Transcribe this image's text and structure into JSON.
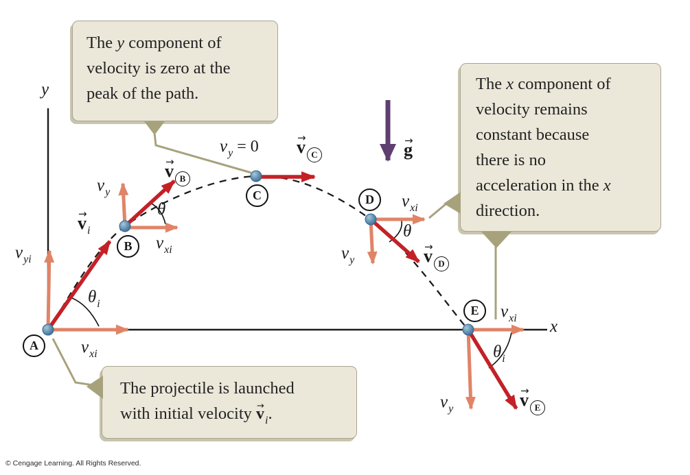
{
  "figure": {
    "axes": {
      "x_label": "x",
      "y_label": "y"
    },
    "gravity": {
      "base": "g",
      "arrow": "→"
    },
    "copyright": "© Cengage Learning. All Rights Reserved."
  },
  "callouts": {
    "peak": {
      "line1_pre": "The ",
      "line1_var": "y",
      "line1_post": " component of",
      "line2": "velocity is zero at the",
      "line3": "peak of the path."
    },
    "x_constant": {
      "line1_pre": "The ",
      "line1_var": "x",
      "line1_post": " component of",
      "line2": "velocity remains",
      "line3": "constant because",
      "line4": "there is no",
      "line5_pre": "acceleration in the ",
      "line5_var": "x",
      "line6": "direction."
    },
    "launch": {
      "line1": "The projectile is launched",
      "line2_pre": "with initial velocity ",
      "vec_base": "v",
      "vec_arrow": "→",
      "vec_sub": "i",
      "line2_post": "."
    }
  },
  "annotations": {
    "peak_condition": {
      "base": "v",
      "sub": "y",
      "equals": " = 0"
    },
    "points": {
      "A": {
        "letter": "A",
        "vy_base": "v",
        "vy_sub": "yi",
        "vx_base": "v",
        "vx_sub": "xi",
        "vec_base": "v",
        "vec_arrow": "→",
        "vec_sub": "i",
        "angle_base": "θ",
        "angle_sub": "i"
      },
      "B": {
        "letter": "B",
        "vy_base": "v",
        "vy_sub": "y",
        "vx_base": "v",
        "vx_sub": "xi",
        "vec_base": "v",
        "vec_arrow": "→",
        "vec_sub": "B",
        "angle_base": "θ"
      },
      "C": {
        "letter": "C",
        "vec_base": "v",
        "vec_arrow": "→",
        "vec_sub": "C"
      },
      "D": {
        "letter": "D",
        "vy_base": "v",
        "vy_sub": "y",
        "vx_base": "v",
        "vx_sub": "xi",
        "vec_base": "v",
        "vec_arrow": "→",
        "vec_sub": "D",
        "angle_base": "θ"
      },
      "E": {
        "letter": "E",
        "vy_base": "v",
        "vy_sub": "y",
        "vx_base": "v",
        "vx_sub": "xi",
        "vec_base": "v",
        "vec_arrow": "→",
        "vec_sub": "E",
        "angle_base": "θ",
        "angle_sub": "i"
      }
    }
  },
  "colors": {
    "component_arrow": "#e08467",
    "velocity_arrow": "#c32127",
    "gravity_arrow": "#5f3e71",
    "connector_tan": "#a7a27c",
    "callout_bg": "#ebe8da",
    "point_dot": "#6593b4"
  }
}
